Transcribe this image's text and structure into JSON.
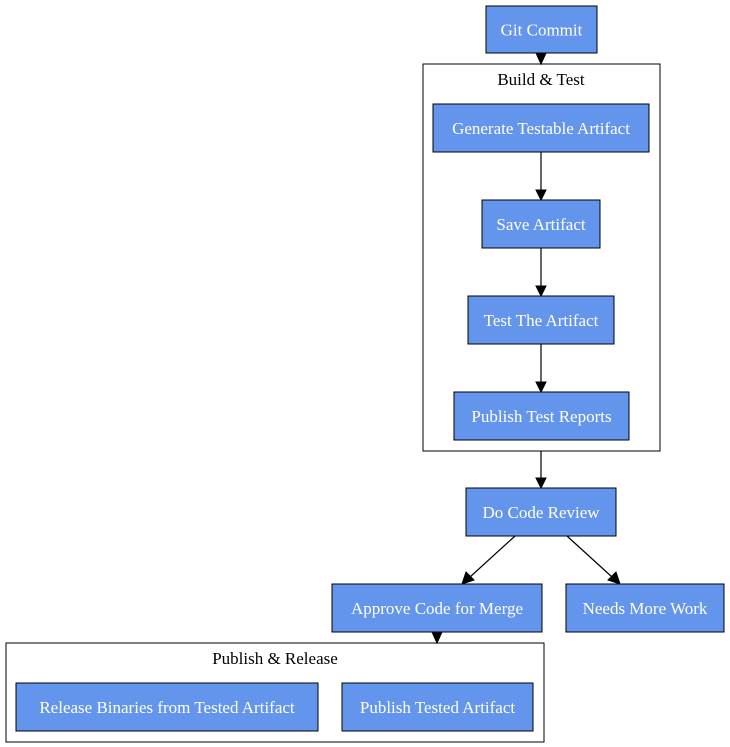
{
  "diagram": {
    "colors": {
      "node_fill": "#6495ed",
      "node_text": "#ffffff",
      "stroke": "#000000"
    },
    "clusters": {
      "build_test": {
        "label": "Build & Test"
      },
      "publish_release": {
        "label": "Publish & Release"
      }
    },
    "nodes": {
      "git_commit": {
        "label": "Git Commit"
      },
      "generate_artifact": {
        "label": "Generate Testable Artifact"
      },
      "save_artifact": {
        "label": "Save Artifact"
      },
      "test_artifact": {
        "label": "Test The Artifact"
      },
      "publish_reports": {
        "label": "Publish Test Reports"
      },
      "code_review": {
        "label": "Do Code Review"
      },
      "approve_merge": {
        "label": "Approve Code for Merge"
      },
      "needs_work": {
        "label": "Needs More Work"
      },
      "release_binaries": {
        "label": "Release Binaries from Tested Artifact"
      },
      "publish_tested": {
        "label": "Publish Tested Artifact"
      }
    },
    "edges": [
      {
        "from": "git_commit",
        "to": "cluster:build_test"
      },
      {
        "from": "generate_artifact",
        "to": "save_artifact"
      },
      {
        "from": "save_artifact",
        "to": "test_artifact"
      },
      {
        "from": "test_artifact",
        "to": "publish_reports"
      },
      {
        "from": "cluster:build_test",
        "to": "code_review"
      },
      {
        "from": "code_review",
        "to": "approve_merge"
      },
      {
        "from": "code_review",
        "to": "needs_work"
      },
      {
        "from": "approve_merge",
        "to": "cluster:publish_release"
      }
    ]
  }
}
